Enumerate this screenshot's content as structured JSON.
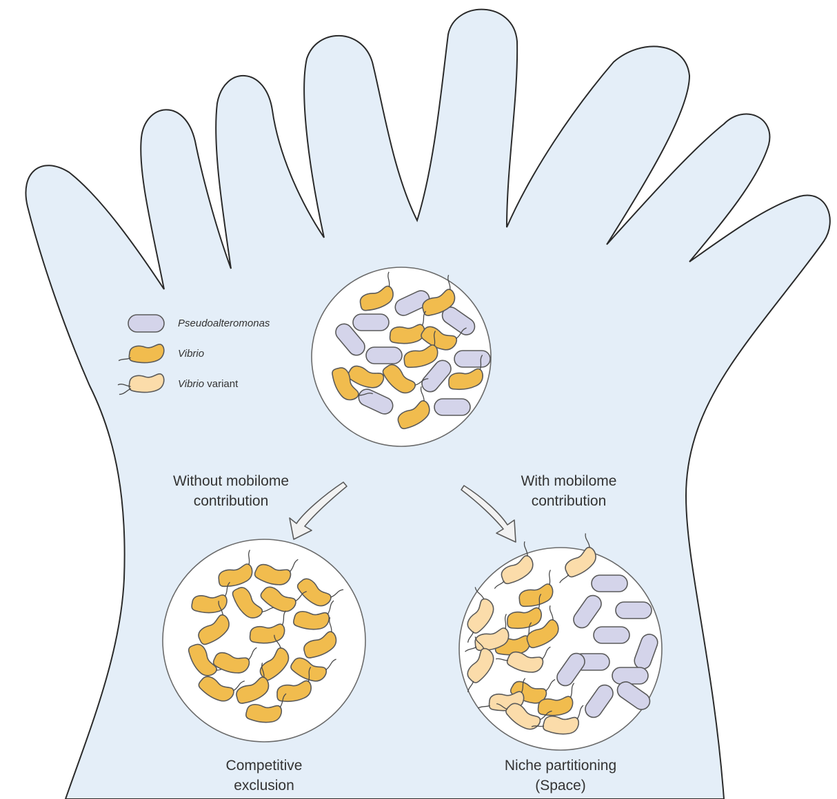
{
  "legend": {
    "items": [
      {
        "name_italic": "Pseudoalteromonas",
        "name_plain": "",
        "fill": "#d4d4ea",
        "type": "rod"
      },
      {
        "name_italic": "Vibrio",
        "name_plain": "",
        "fill": "#f1bc4e",
        "type": "vibrio"
      },
      {
        "name_italic": "Vibrio",
        "name_plain": " variant",
        "fill": "#fbdcaa",
        "type": "variant"
      }
    ]
  },
  "arrows": {
    "left_label_line1": "Without mobilome",
    "left_label_line2": "contribution",
    "right_label_line1": "With mobilome",
    "right_label_line2": "contribution"
  },
  "outcomes": {
    "left_line1": "Competitive",
    "left_line2": "exclusion",
    "right_line1": "Niche partitioning",
    "right_line2": "(Space)"
  },
  "colors": {
    "hand_fill": "#e4eef8",
    "hand_stroke": "#2a2a2a",
    "pseudo": "#d4d4ea",
    "vibrio": "#f1bc4e",
    "variant": "#fbdcaa",
    "outline": "#5a5a5a"
  }
}
